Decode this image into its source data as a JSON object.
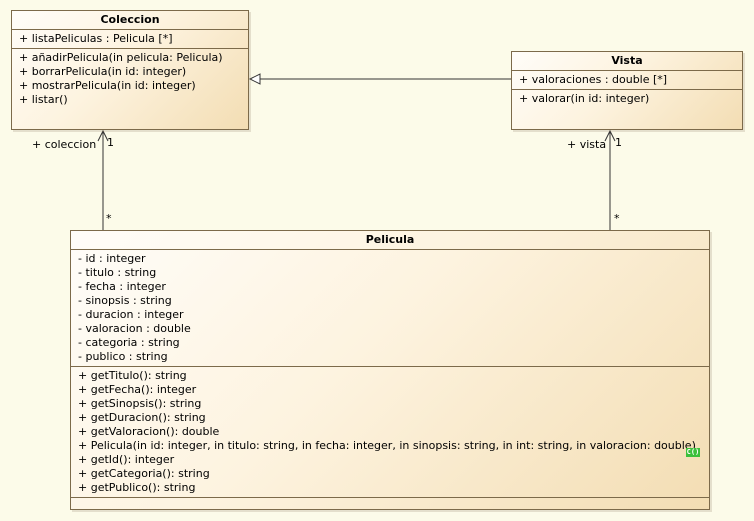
{
  "classes": {
    "coleccion": {
      "name": "Coleccion",
      "attributes": [
        "+ listaPeliculas : Pelicula [*]"
      ],
      "operations": [
        "+ añadirPelicula(in pelicula: Pelicula)",
        "+ borrarPelicula(in id: integer)",
        "+ mostrarPelicula(in id: integer)",
        "+ listar()"
      ]
    },
    "vista": {
      "name": "Vista",
      "attributes": [
        "+ valoraciones : double [*]"
      ],
      "operations": [
        "+ valorar(in id: integer)"
      ]
    },
    "pelicula": {
      "name": "Pelicula",
      "attributes": [
        "- id : integer",
        "- titulo : string",
        "- fecha : integer",
        "- sinopsis : string",
        "- duracion : integer",
        "- valoracion : double",
        "- categoria : string",
        "- publico : string"
      ],
      "operations": [
        "+ getTitulo(): string",
        "+ getFecha(): integer",
        "+ getSinopsis(): string",
        "+ getDuracion(): string",
        "+ getValoracion(): double",
        "+ Pelicula(in id: integer, in titulo: string, in fecha: integer, in sinopsis: string, in int: string, in valoracion: double)",
        "+ getId(): integer",
        "+ getCategoria(): string",
        "+ getPublico(): string"
      ],
      "constructor_icon": "C()"
    }
  },
  "associations": {
    "coleccion": {
      "role": "+ coleccion",
      "target_multiplicity": "1",
      "source_multiplicity": "*"
    },
    "vista": {
      "role": "+ vista",
      "target_multiplicity": "1",
      "source_multiplicity": "*"
    }
  }
}
